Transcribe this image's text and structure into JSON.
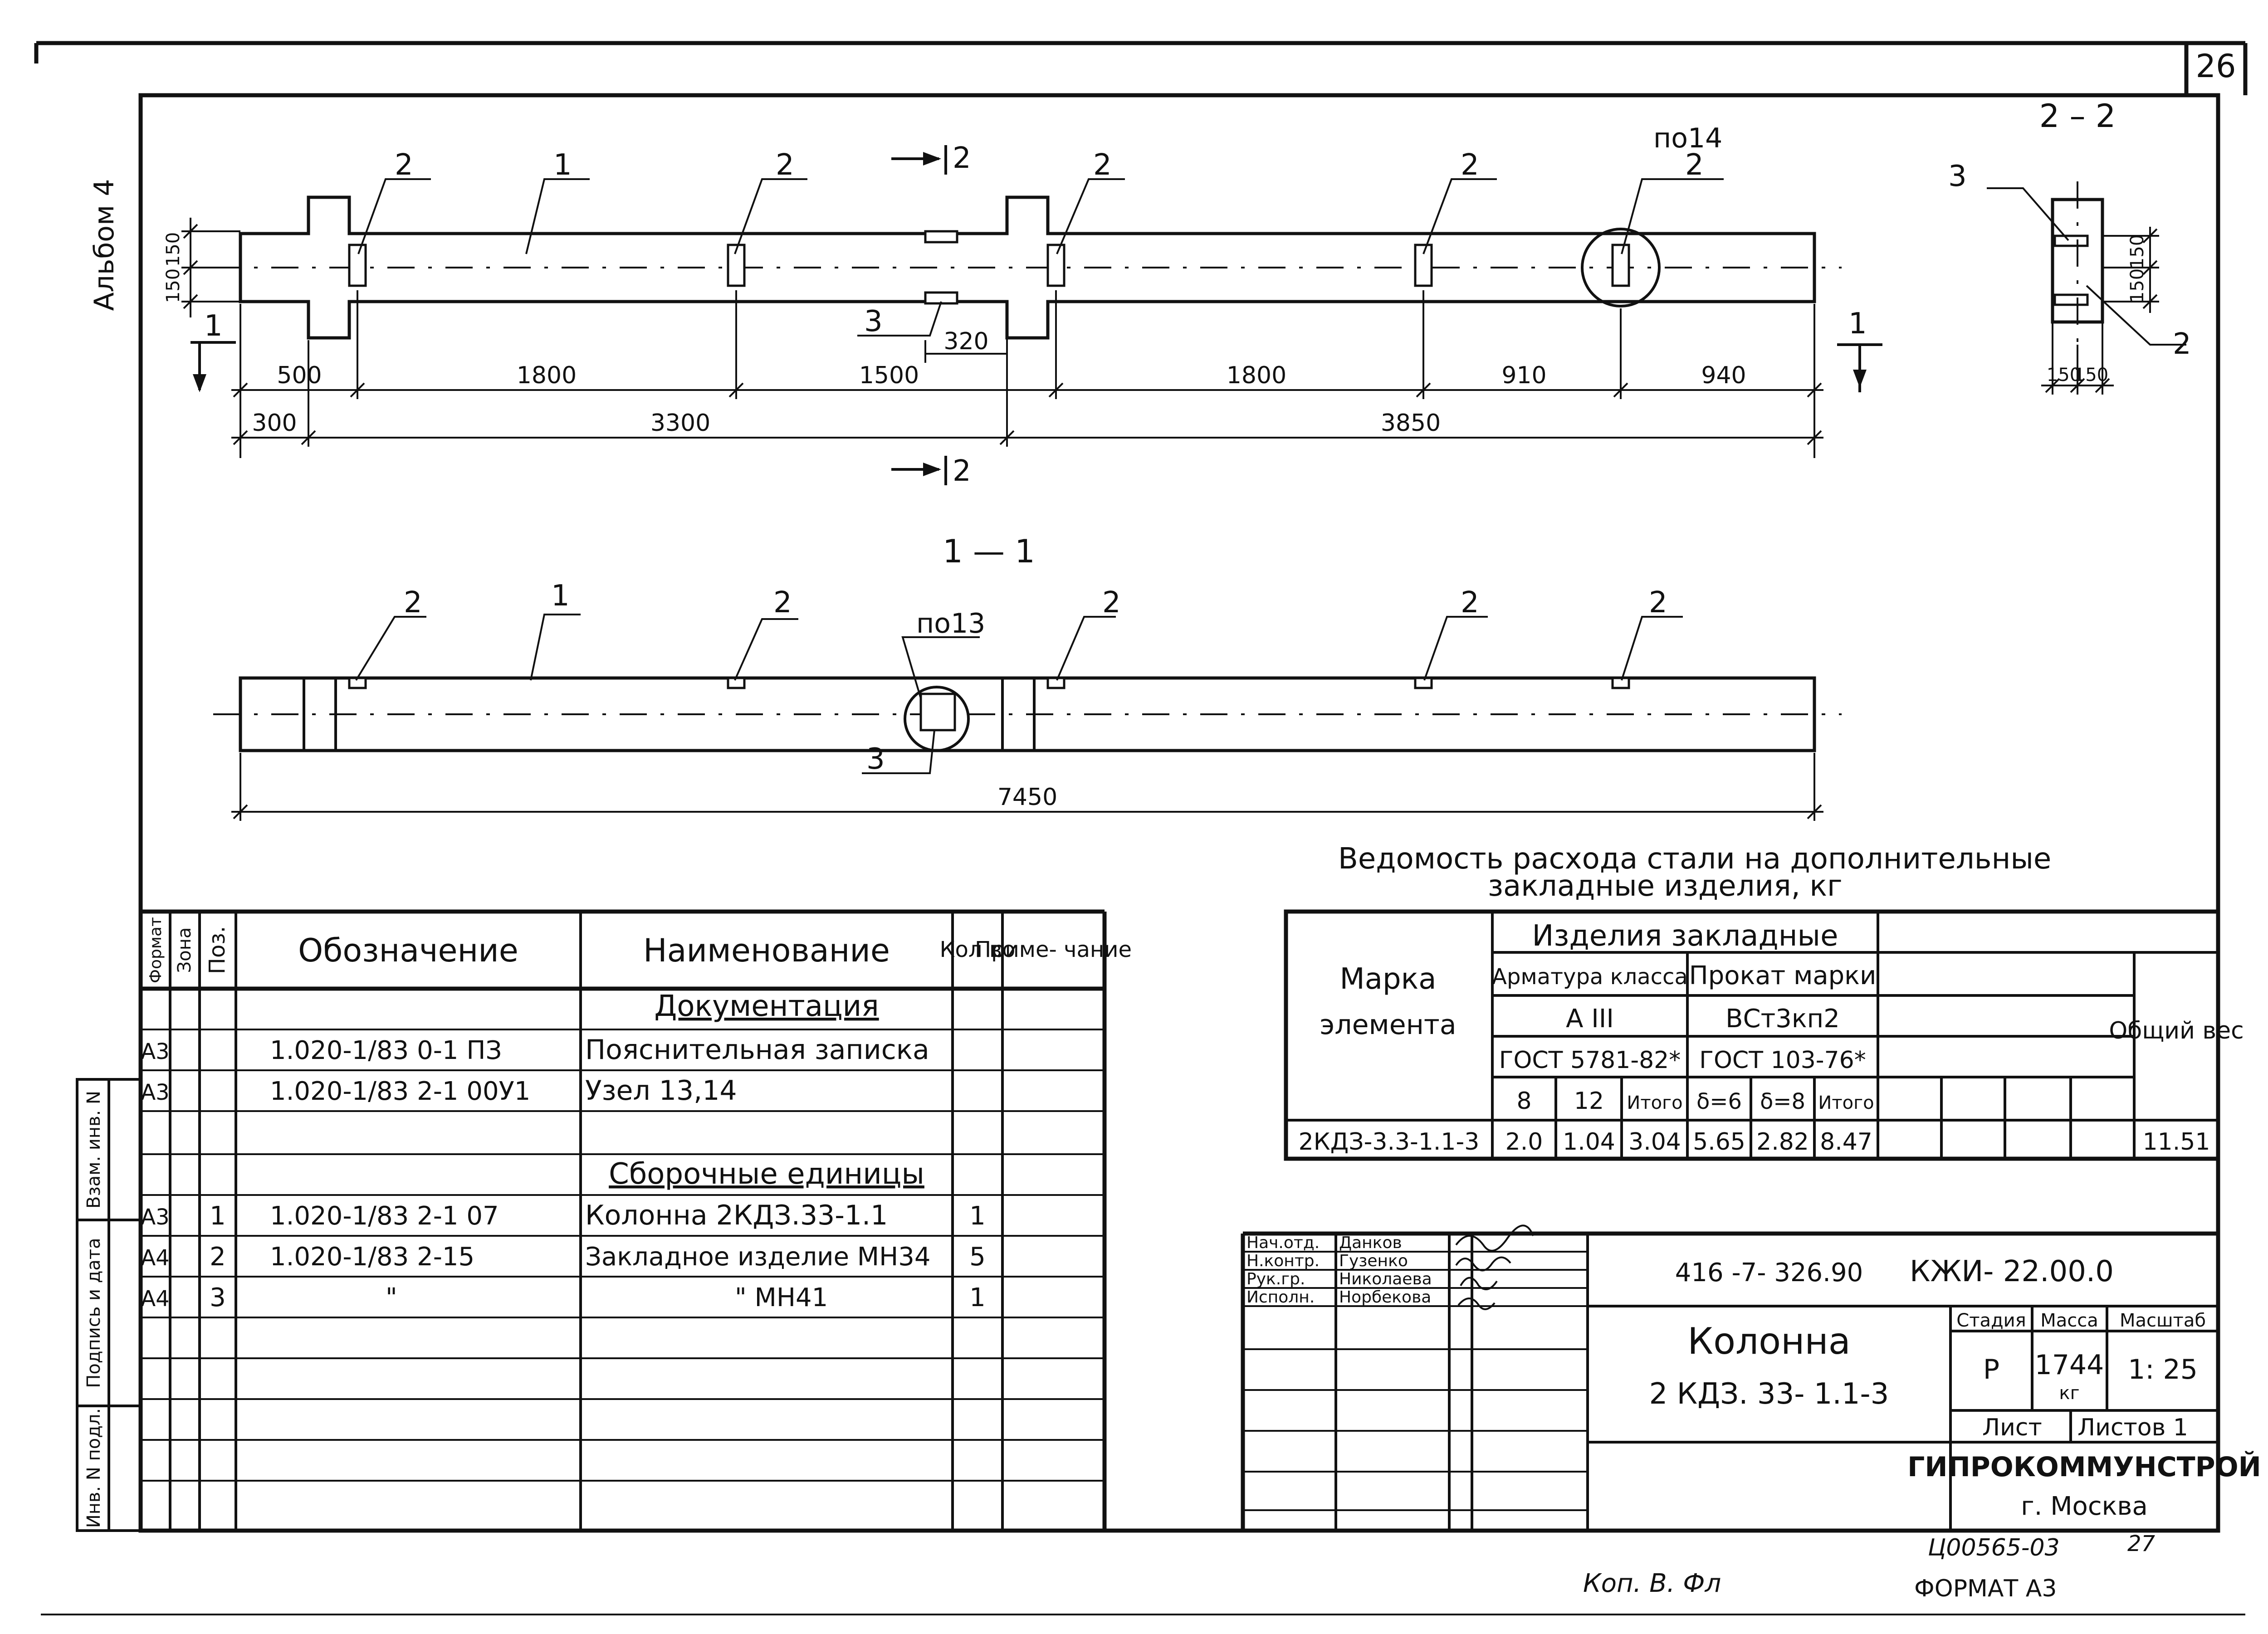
{
  "sheet": {
    "number": "26",
    "album": "Альбом 4",
    "copy_note": "Коп. В. Фл",
    "format": "ФОРМАТ А3",
    "archive_no": "Ц00565-03",
    "archive_sub": "27"
  },
  "elevation": {
    "section_mark": "1",
    "cut_label": "2",
    "callouts": [
      "2",
      "1",
      "2",
      "2",
      "2",
      "2"
    ],
    "callout_node": "по14",
    "callout_3": "3",
    "dim_150a": "150",
    "dim_150b": "150",
    "dim_320": "320",
    "dims_row1": [
      "500",
      "1800",
      "1500",
      "1800",
      "910",
      "940"
    ],
    "dims_row2": [
      "300",
      "3300",
      "3850"
    ]
  },
  "section_11": {
    "title": "1 — 1",
    "callouts": [
      "2",
      "1",
      "2",
      "2",
      "2",
      "2"
    ],
    "callout_node": "по13",
    "callout_3": "3",
    "total_length": "7450"
  },
  "section_22": {
    "title": "2 – 2",
    "callout_3": "3",
    "callout_2": "2",
    "dim_v1": "150",
    "dim_v2": "150",
    "dim_h1": "150",
    "dim_h2": "150"
  },
  "spec_table": {
    "headers": {
      "format": "Формат",
      "zone": "Зона",
      "pos": "Поз.",
      "designation": "Обозначение",
      "name": "Наименование",
      "qty": "Кол во",
      "note": "Приме- чание"
    },
    "rows": [
      {
        "format": "",
        "pos": "",
        "designation": "",
        "name": "Документация",
        "qty": ""
      },
      {
        "format": "А3",
        "pos": "",
        "designation": "1.020-1/83  0-1  ПЗ",
        "name": "Пояснительная записка",
        "qty": ""
      },
      {
        "format": "А3",
        "pos": "",
        "designation": "1.020-1/83  2-1  00У1",
        "name": "Узел 13,14",
        "qty": ""
      },
      {
        "format": "",
        "pos": "",
        "designation": "",
        "name": "",
        "qty": ""
      },
      {
        "format": "",
        "pos": "",
        "designation": "",
        "name": "Сборочные единицы",
        "qty": ""
      },
      {
        "format": "А3",
        "pos": "1",
        "designation": "1.020-1/83  2-1  07",
        "name": "Колонна 2КДЗ.33-1.1",
        "qty": "1"
      },
      {
        "format": "А4",
        "pos": "2",
        "designation": "1.020-1/83  2-15",
        "name": "Закладное изделие МН34",
        "qty": "5"
      },
      {
        "format": "А4",
        "pos": "3",
        "designation": "\"",
        "name": "\"          МН41",
        "qty": "1"
      }
    ]
  },
  "steel_table": {
    "title_line1": "Ведомость расхода стали на дополнительные",
    "title_line2": "закладные   изделия, кг",
    "mark_header": "Марка элемента",
    "mark_header_l1": "Марка",
    "mark_header_l2": "элемента",
    "group_header": "Изделия закладные",
    "rebar_header": "Арматура класса",
    "rebar_class": "А III",
    "rebar_gost": "ГОСТ 5781-82*",
    "rolled_header": "Прокат марки",
    "rolled_grade": "ВСт3кп2",
    "rolled_gost": "ГОСТ 103-76*",
    "total_header": "Общий вес",
    "sub_headers": [
      "8",
      "12",
      "Итого",
      "δ=6",
      "δ=8",
      "Итого"
    ],
    "row": {
      "mark": "2КДЗ-3.3-1.1-3",
      "values": [
        "2.0",
        "1.04",
        "3.04",
        "5.65",
        "2.82",
        "8.47"
      ],
      "total": "11.51"
    }
  },
  "title_block": {
    "roles": [
      "Нач.отд.",
      "Н.контр.",
      "Рук.гр.",
      "Исполн."
    ],
    "names": [
      "Данков",
      "Гузенко",
      "Николаева",
      "Норбекова"
    ],
    "doc_code": "416 -7- 326.90",
    "doc_mark": "КЖИ- 22.00.0",
    "object_title": "Колонна",
    "object_code": "2 КДЗ. 33- 1.1-3",
    "stage_label": "Стадия",
    "mass_label": "Масса",
    "scale_label": "Масштаб",
    "stage": "Р",
    "mass": "1744",
    "mass_unit": "кг",
    "scale": "1: 25",
    "sheet_label": "Лист",
    "sheets_label": "Листов 1",
    "org": "ГИПРОКОММУНСТРОЙ",
    "city": "г. Москва"
  },
  "side_stamp": {
    "cells": [
      "Инв. N подл.",
      "Подпись и дата",
      "Взам. инв. N"
    ]
  }
}
